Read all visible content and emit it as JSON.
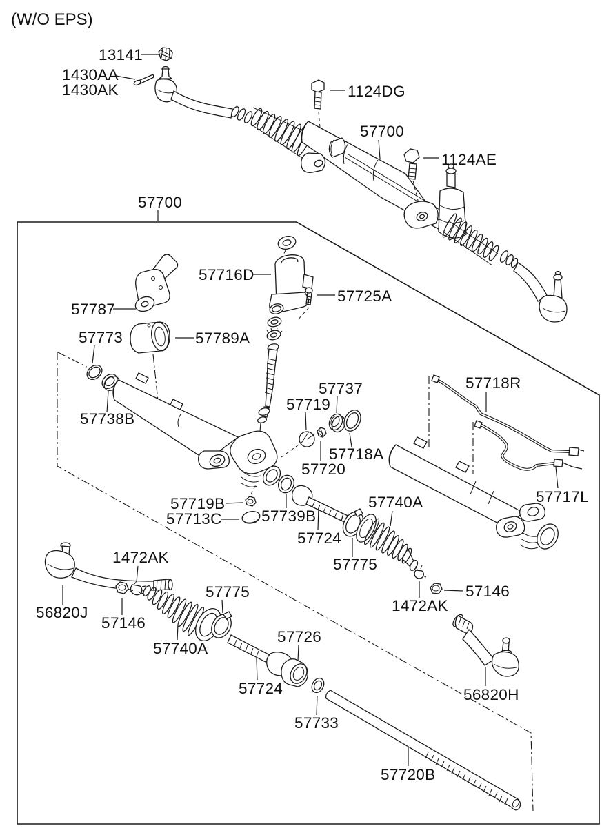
{
  "diagram": {
    "type": "exploded-parts-diagram",
    "variant_note": "(W/O EPS)",
    "main_assembly": "57700",
    "colors": {
      "ink": "#1a1a1a",
      "background": "#ffffff"
    },
    "labels": [
      {
        "part": "variant-note",
        "text": "(W/O EPS)"
      },
      {
        "part": "nut",
        "text": "13141"
      },
      {
        "part": "split-pin",
        "text": "1430AA"
      },
      {
        "part": "split-pin-alt",
        "text": "1430AK"
      },
      {
        "part": "bolt",
        "text": "1124DG"
      },
      {
        "part": "gear-assembly",
        "text": "57700"
      },
      {
        "part": "bolt",
        "text": "1124AE"
      },
      {
        "part": "gear-assembly-box",
        "text": "57700"
      },
      {
        "part": "valve-assembly",
        "text": "57716D"
      },
      {
        "part": "screw",
        "text": "57725A"
      },
      {
        "part": "bracket",
        "text": "57787"
      },
      {
        "part": "o-ring",
        "text": "57773"
      },
      {
        "part": "bushing",
        "text": "57789A"
      },
      {
        "part": "bushing",
        "text": "57738B"
      },
      {
        "part": "feed-pipe-right",
        "text": "57718R"
      },
      {
        "part": "bushing",
        "text": "57737"
      },
      {
        "part": "yoke-plug",
        "text": "57719"
      },
      {
        "part": "snap-ring",
        "text": "57718A"
      },
      {
        "part": "nut",
        "text": "57720"
      },
      {
        "part": "feed-pipe-left",
        "text": "57717L"
      },
      {
        "part": "nut",
        "text": "57719B"
      },
      {
        "part": "cap",
        "text": "57713C"
      },
      {
        "part": "seal-ring",
        "text": "57739B"
      },
      {
        "part": "inner-tie-rod-right",
        "text": "57724"
      },
      {
        "part": "bellows-boot-right",
        "text": "57740A"
      },
      {
        "part": "boot-clamp-right",
        "text": "57775"
      },
      {
        "part": "boot-clip-right",
        "text": "1472AK"
      },
      {
        "part": "lock-nut-right",
        "text": "57146"
      },
      {
        "part": "outer-tie-rod-left",
        "text": "56820J"
      },
      {
        "part": "boot-clip-left",
        "text": "1472AK"
      },
      {
        "part": "lock-nut-left",
        "text": "57146"
      },
      {
        "part": "boot-clamp-left",
        "text": "57775"
      },
      {
        "part": "bellows-boot-left",
        "text": "57740A"
      },
      {
        "part": "inner-tie-rod-left",
        "text": "57724"
      },
      {
        "part": "mount-bushing",
        "text": "57726"
      },
      {
        "part": "seal",
        "text": "57733"
      },
      {
        "part": "outer-tie-rod-right",
        "text": "56820H"
      },
      {
        "part": "rack-bar",
        "text": "57720B"
      }
    ]
  }
}
